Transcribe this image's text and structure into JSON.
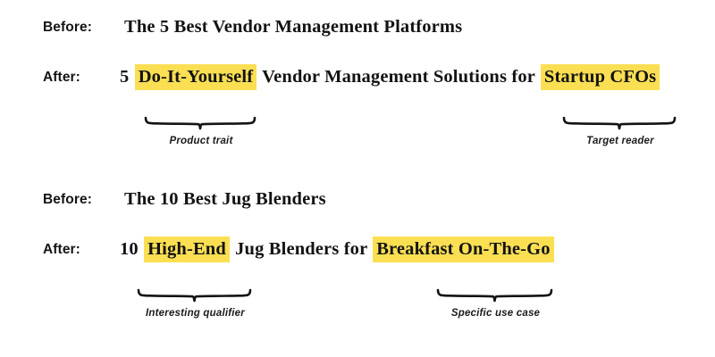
{
  "page": {
    "background_color": "#ffffff",
    "text_color": "#131313",
    "highlight_color": "#fbdf53"
  },
  "blocks": [
    {
      "before_label": "Before:",
      "before_headline": "The 5 Best Vendor Management Platforms",
      "after_label": "After:",
      "after_segments": [
        {
          "text": "5 ",
          "highlight": false
        },
        {
          "text": "Do-It-Yourself",
          "highlight": true
        },
        {
          "text": " Vendor Management Solutions for ",
          "highlight": false
        },
        {
          "text": "Startup CFOs",
          "highlight": true
        }
      ],
      "annotations": [
        {
          "caption": "Product trait",
          "icon": "curly-brace-down"
        },
        {
          "caption": "Target reader",
          "icon": "curly-brace-down"
        }
      ]
    },
    {
      "before_label": "Before:",
      "before_headline": "The 10 Best Jug Blenders",
      "after_label": "After:",
      "after_segments": [
        {
          "text": "10 ",
          "highlight": false
        },
        {
          "text": "High-End",
          "highlight": true
        },
        {
          "text": " Jug Blenders for ",
          "highlight": false
        },
        {
          "text": "Breakfast On-The-Go",
          "highlight": true
        }
      ],
      "annotations": [
        {
          "caption": "Interesting qualifier",
          "icon": "curly-brace-down"
        },
        {
          "caption": "Specific use case",
          "icon": "curly-brace-down"
        }
      ]
    }
  ]
}
